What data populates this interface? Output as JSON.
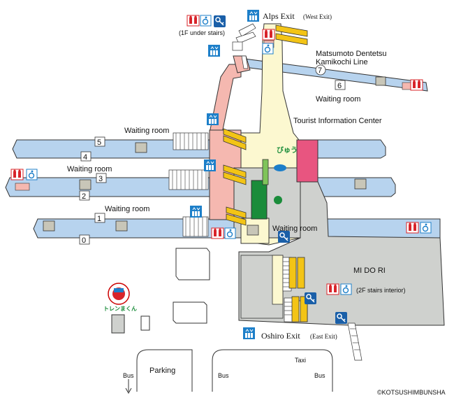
{
  "exits": {
    "west_name": "Alps Exit",
    "west_paren": "(West Exit)",
    "east_name": "Oshiro Exit",
    "east_paren": "(East Exit)"
  },
  "labels": {
    "under_stairs": "(1F under stairs)",
    "line_name_1": "Matsumoto Dentetsu",
    "line_name_2": "Kamikochi Line",
    "waiting_room": "Waiting room",
    "tourist_info": "Tourist Information Center",
    "midori": "MI DO RI",
    "stairs_interior": "(2F stairs interior)",
    "parking": "Parking",
    "bus": "Bus",
    "taxi": "Taxi",
    "copyright": "©KOTSUSHIMBUNSHA",
    "mascot_text": "トレンまくん",
    "binkuru_text": "びゅう"
  },
  "platforms": {
    "p0": "0",
    "p1": "1",
    "p2": "2",
    "p3": "3",
    "p4": "4",
    "p5": "5",
    "p6": "6",
    "p7": "7"
  },
  "colors": {
    "platform": "#b7d3ee",
    "concourse": "#fcf8d0",
    "bridge": "#f5b8b0",
    "building": "#cfd1ce",
    "tourist_center": "#e85580",
    "green_kiosk": "#1a8c3a",
    "toilet_bg": "#ffffff",
    "toilet_red": "#d8242a",
    "wheelchair_blue": "#1d7fc9",
    "info_blue": "#1a5fa8",
    "escalator": "#f3c416"
  }
}
